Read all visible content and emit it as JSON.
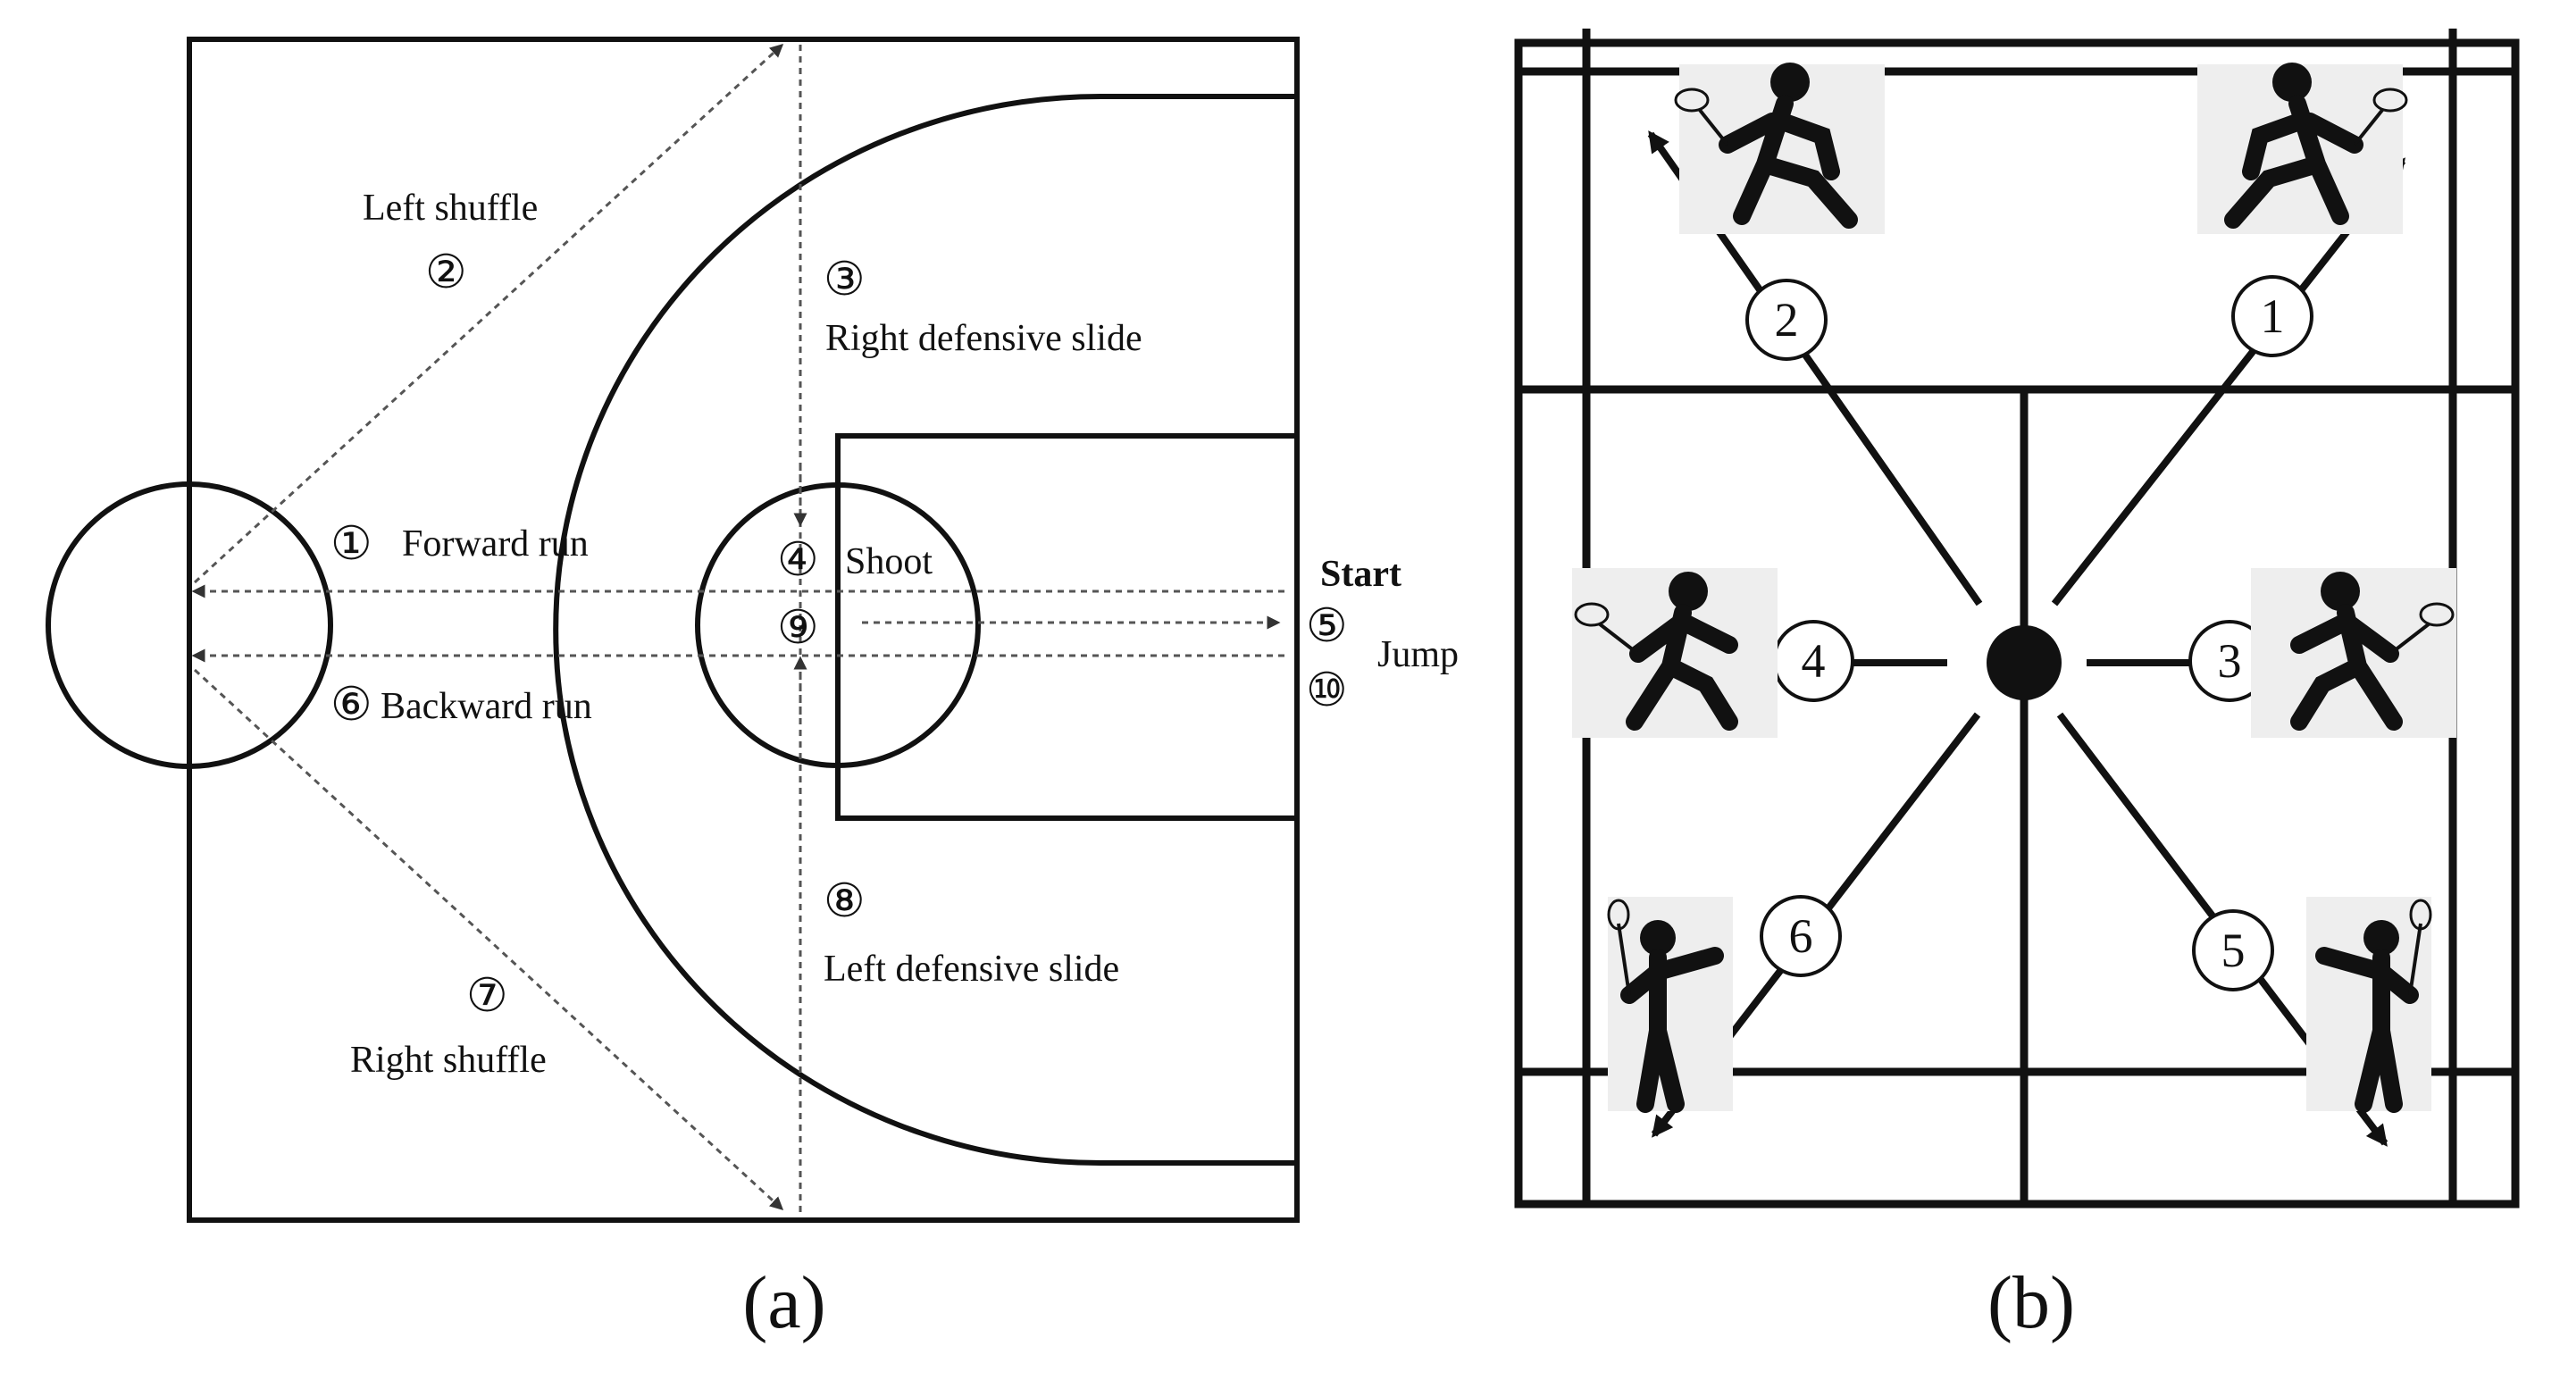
{
  "panel_a": {
    "caption": "(a)",
    "labels": {
      "forward_num": "①",
      "forward": "Forward run",
      "left_shuffle_num": "②",
      "left_shuffle": "Left shuffle",
      "right_def_num": "③",
      "right_def": "Right defensive slide",
      "shoot_num": "④",
      "shoot": "Shoot",
      "start": "Start",
      "jump_num_5": "⑤",
      "jump": "Jump",
      "jump_num_10": "⑩",
      "backward_num": "⑥",
      "backward": "Backward run",
      "right_shuffle_num": "⑦",
      "right_shuffle": "Right shuffle",
      "left_def_num": "⑧",
      "left_def": "Left defensive slide",
      "shoot_num_9": "⑨"
    }
  },
  "panel_b": {
    "caption": "(b)",
    "numbers": [
      "1",
      "2",
      "3",
      "4",
      "5",
      "6"
    ]
  },
  "colors": {
    "line": "#111111",
    "dotted": "#666666",
    "player_bg": "#eeeeee"
  }
}
